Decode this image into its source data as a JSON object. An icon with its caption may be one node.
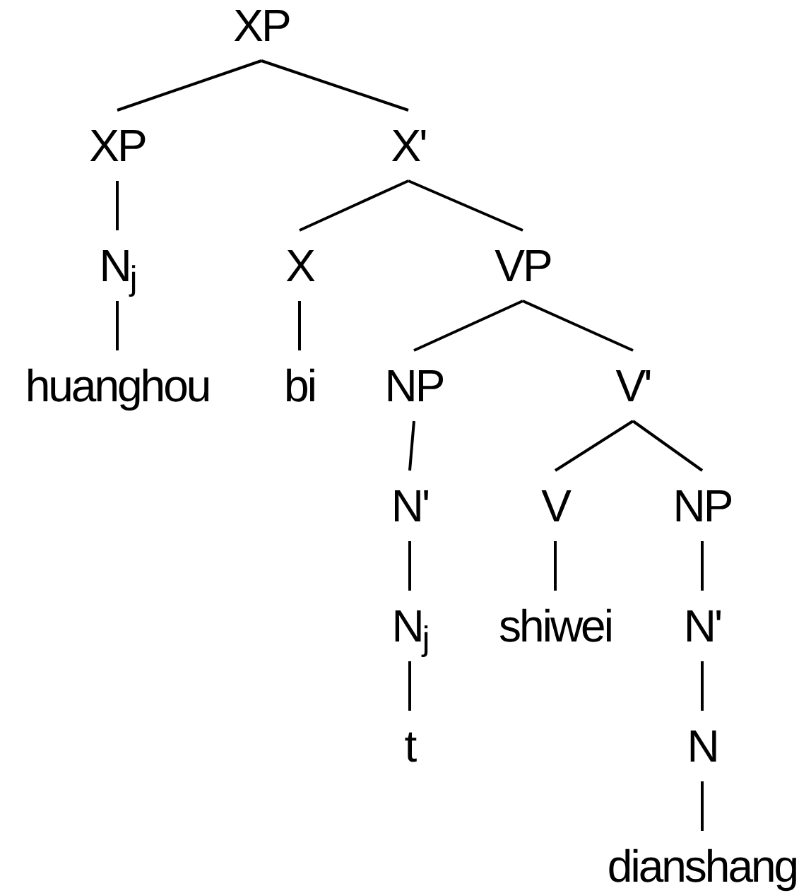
{
  "diagram": {
    "nodes": [
      {
        "text": [
          "XP"
        ]
      },
      {
        "text": [
          "XP"
        ]
      },
      {
        "text": [
          "X'"
        ]
      },
      {
        "text": [
          "N$_{j}$"
        ]
      },
      {
        "text": [
          "X"
        ]
      },
      {
        "text": [
          "VP"
        ]
      },
      {
        "text": [
          "huanghou"
        ]
      },
      {
        "text": [
          "bi"
        ]
      },
      {
        "text": [
          "NP"
        ]
      },
      {
        "text": [
          "V'"
        ]
      },
      {
        "text": [
          "N'"
        ]
      },
      {
        "text": [
          "V"
        ]
      },
      {
        "text": [
          "NP"
        ]
      },
      {
        "text": [
          "N$_{j}$"
        ]
      },
      {
        "text": [
          "shiwei"
        ]
      },
      {
        "text": [
          "N'"
        ]
      },
      {
        "text": [
          "t"
        ]
      },
      {
        "text": [
          "N"
        ]
      },
      {
        "text": [
          "dianshang"
        ]
      }
    ],
    "edges": [
      {
        "from": 0,
        "to": 1,
        "arrow": "none"
      },
      {
        "from": 0,
        "to": 2,
        "arrow": "none"
      },
      {
        "from": 1,
        "to": 3,
        "arrow": "none"
      },
      {
        "from": 2,
        "to": 4,
        "arrow": "none"
      },
      {
        "from": 2,
        "to": 5,
        "arrow": "none"
      },
      {
        "from": 3,
        "to": 6,
        "arrow": "none"
      },
      {
        "from": 4,
        "to": 7,
        "arrow": "none"
      },
      {
        "from": 5,
        "to": 8,
        "arrow": "none"
      },
      {
        "from": 5,
        "to": 9,
        "arrow": "none"
      },
      {
        "from": 8,
        "to": 10,
        "arrow": "none"
      },
      {
        "from": 9,
        "to": 11,
        "arrow": "none"
      },
      {
        "from": 9,
        "to": 12,
        "arrow": "none"
      },
      {
        "from": 10,
        "to": 13,
        "arrow": "none"
      },
      {
        "from": 11,
        "to": 14,
        "arrow": "none"
      },
      {
        "from": 12,
        "to": 15,
        "arrow": "none"
      },
      {
        "from": 13,
        "to": 16,
        "arrow": "none"
      },
      {
        "from": 15,
        "to": 17,
        "arrow": "none"
      },
      {
        "from": 17,
        "to": 18,
        "arrow": "none"
      }
    ]
  }
}
